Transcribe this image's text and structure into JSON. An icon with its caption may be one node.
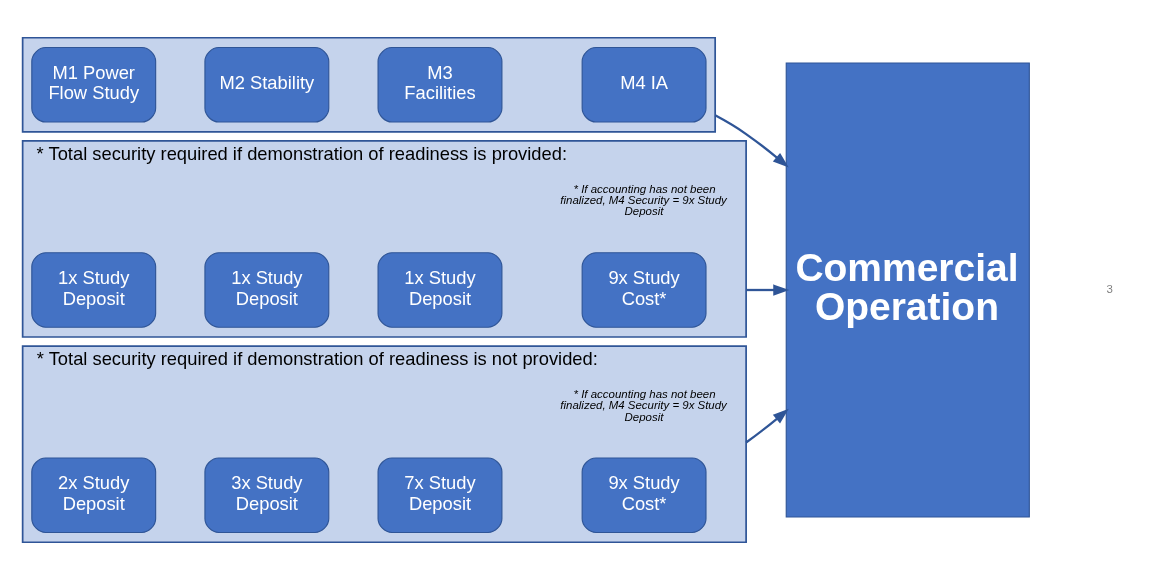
{
  "diagram": {
    "nodes": [
      {
        "text": [],
        "shape": "arrow"
      },
      {
        "text": [
          "M1 Power Flow Study"
        ],
        "in": 0
      },
      {
        "text": [
          "M2 Stability"
        ],
        "in": 0
      },
      {
        "text": [
          "M3 Facilities"
        ],
        "in": 0
      },
      {
        "text": [
          "M4 IA"
        ],
        "in": 0
      },
      {
        "text": [
          "* Total security required if demonstration of readiness is provided:"
        ],
        "beside": [
          "* If accounting has not been finalized, M4 Security = 9x Study Deposit"
        ]
      },
      {
        "text": [
          "1x Study Deposit"
        ],
        "in": 5
      },
      {
        "text": [
          "1x Study Deposit"
        ],
        "in": 5
      },
      {
        "text": [
          "1x Study Deposit"
        ],
        "in": 5
      },
      {
        "text": [
          "9x Study Cost*"
        ],
        "in": 5
      },
      {
        "text": [
          "* Total security required if demonstration of readiness is not provided:"
        ],
        "beside": [
          "* If accounting has not been finalized, M4 Security = 9x Study Deposit"
        ]
      },
      {
        "text": [
          "2x Study Deposit"
        ],
        "in": 10
      },
      {
        "text": [
          "3x Study Deposit"
        ],
        "in": 10
      },
      {
        "text": [
          "7x Study Deposit"
        ],
        "in": 10
      },
      {
        "text": [
          "9x Study Cost*"
        ],
        "in": 10
      },
      {
        "text": [
          "Commercial Operation"
        ]
      }
    ],
    "edges": [
      {
        "from": 0,
        "to": 15,
        "arrow": "to"
      },
      {
        "from": 5,
        "to": 15,
        "arrow": "to"
      },
      {
        "from": 10,
        "to": 15,
        "arrow": "to"
      }
    ],
    "labels": [
      "3"
    ]
  }
}
